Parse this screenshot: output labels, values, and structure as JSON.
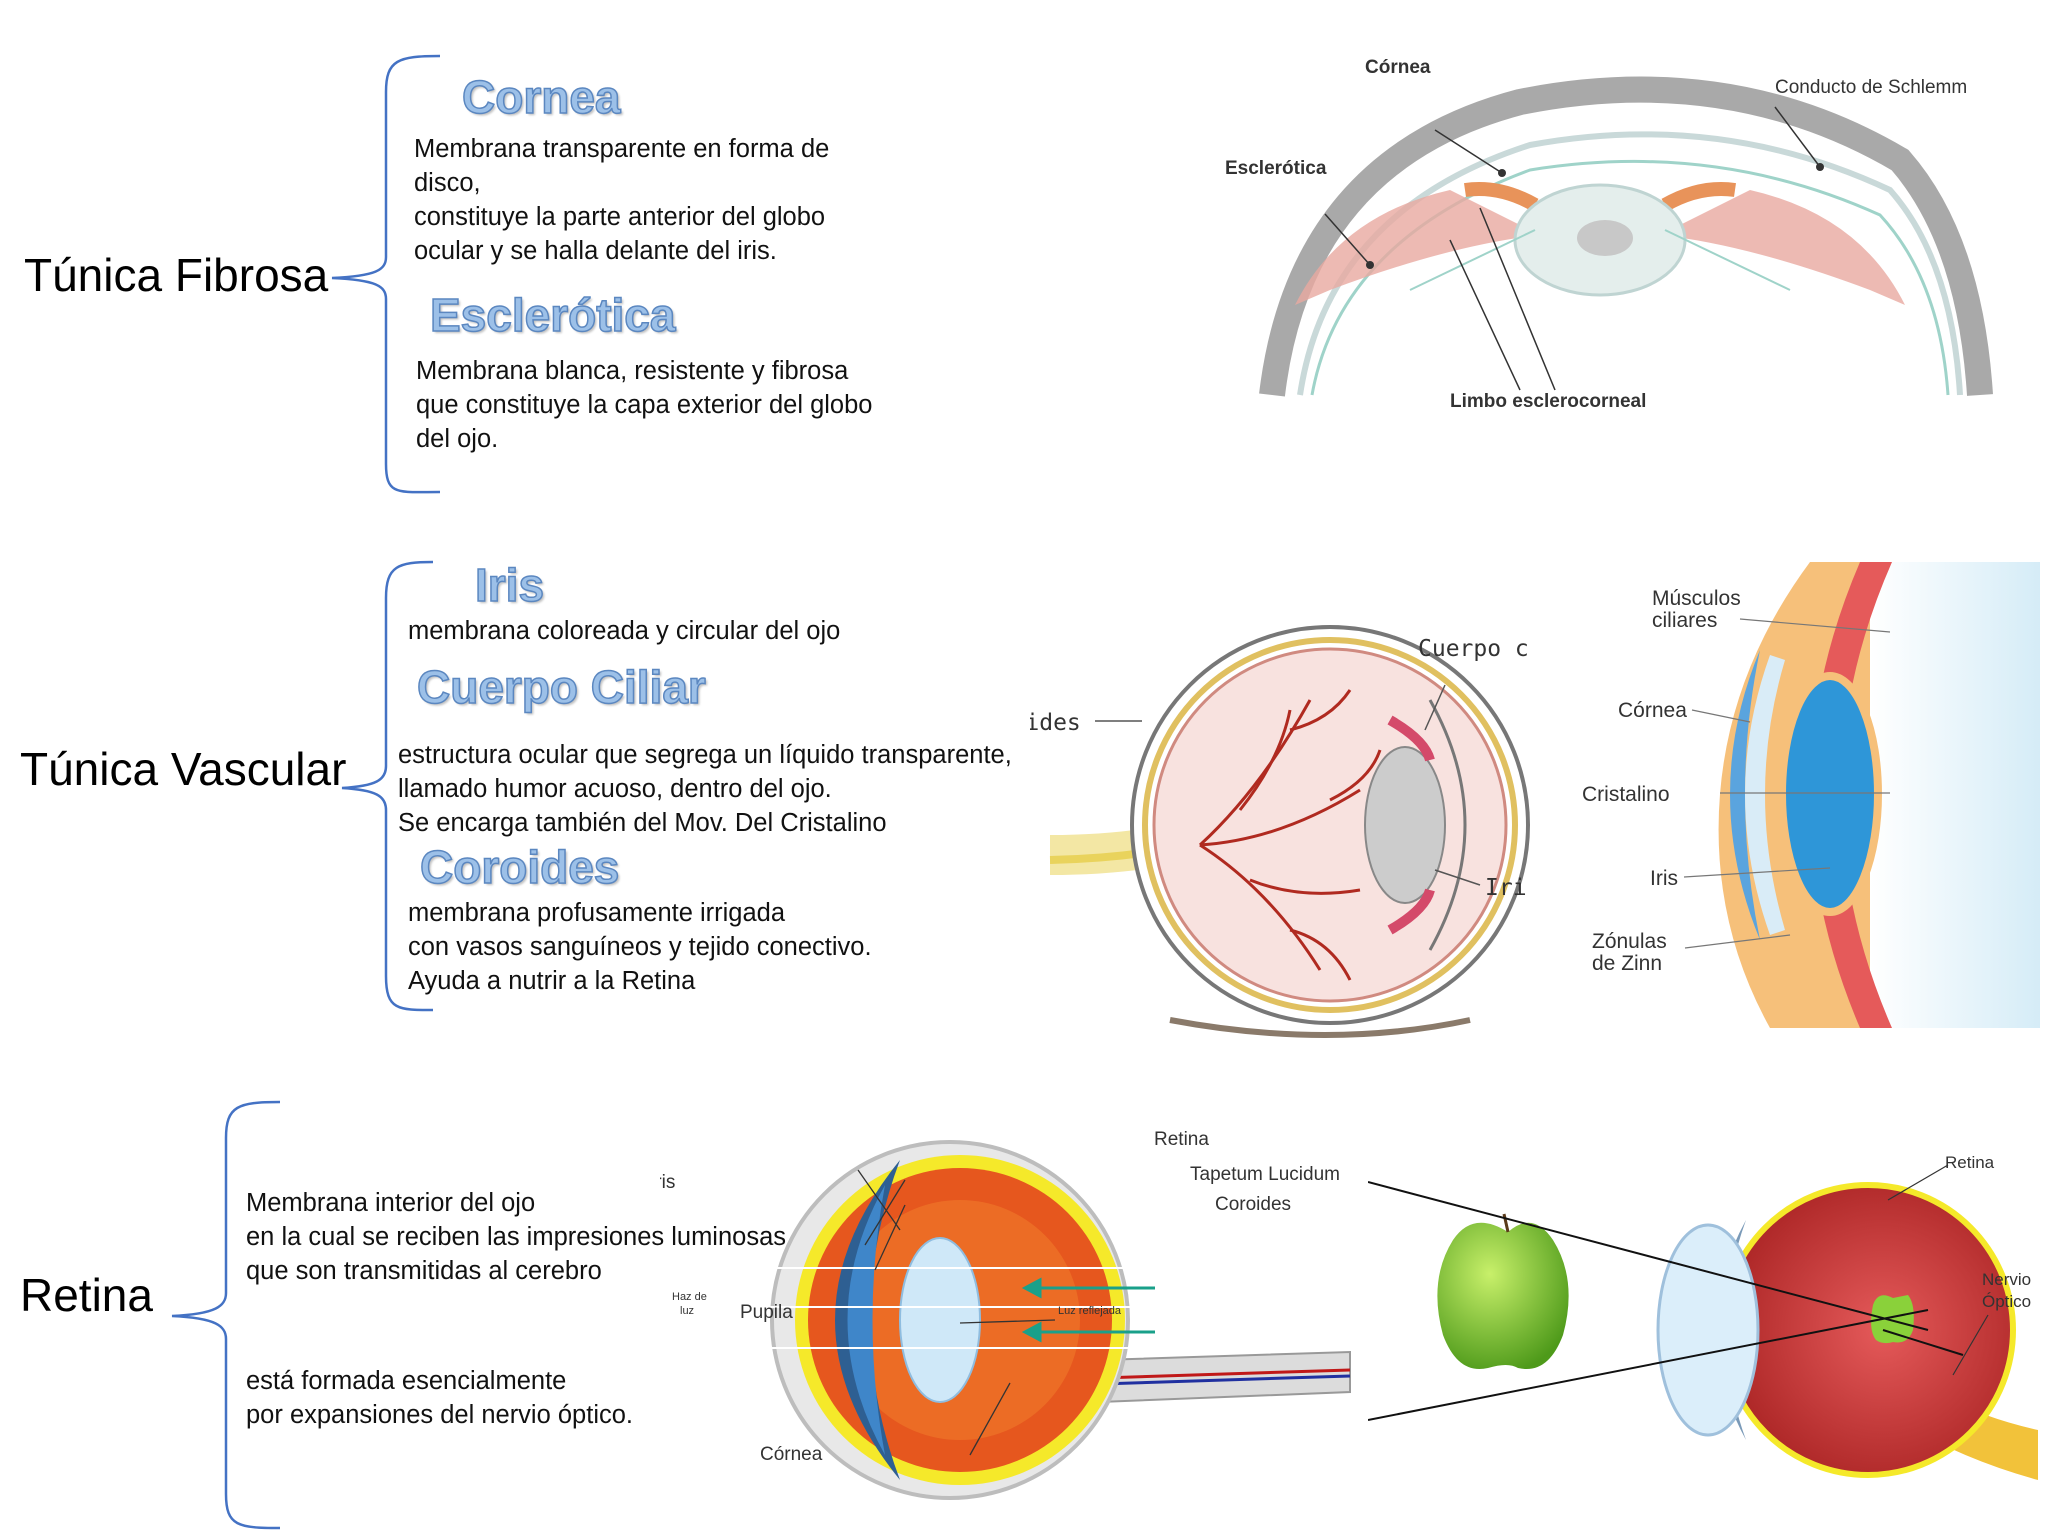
{
  "sections": [
    {
      "title": "Túnica Fibrosa",
      "parts": [
        {
          "heading": "Cornea",
          "lines": [
            "Membrana transparente en forma de",
            "disco,",
            "constituye la parte anterior del globo",
            "ocular y se halla delante del iris."
          ]
        },
        {
          "heading": "Esclerótica",
          "lines": [
            "Membrana blanca, resistente y fibrosa",
            "que constituye la capa exterior del globo",
            "del ojo."
          ]
        }
      ]
    },
    {
      "title": "Túnica Vascular",
      "parts": [
        {
          "heading": "Iris",
          "lines": [
            "membrana coloreada y circular del ojo"
          ]
        },
        {
          "heading": "Cuerpo Ciliar",
          "lines": [
            "estructura ocular que segrega un líquido transparente,",
            "llamado humor acuoso, dentro del ojo.",
            "Se encarga también del Mov. Del Cristalino"
          ]
        },
        {
          "heading": "Coroides",
          "lines": [
            "membrana profusamente irrigada",
            "con vasos sanguíneos y tejido conectivo.",
            "Ayuda a nutrir a la Retina"
          ]
        }
      ]
    },
    {
      "title": "Retina",
      "parts": [
        {
          "heading": "",
          "lines": [
            "Membrana interior del ojo",
            "en la cual se reciben las impresiones luminosas",
            "que son transmitidas al cerebro"
          ]
        },
        {
          "heading": "",
          "lines": [
            "está formada esencialmente",
            "por expansiones del nervio óptico."
          ]
        }
      ]
    }
  ],
  "diagrams": {
    "anterior": {
      "cornea": "Córnea",
      "schlemm": "Conducto de Schlemm",
      "esclerotica": "Esclerótica",
      "limbo": "Limbo esclerocorneal"
    },
    "eyeball": {
      "coroides": "Coroides",
      "cuerpo": "Cuerpo c",
      "iris": "Iri:"
    },
    "lens": {
      "musculos_1": "Músculos",
      "musculos_2": "ciliares",
      "cornea": "Córnea",
      "cristalino": "Cristalino",
      "iris": "Iris",
      "zonulas_1": "Zónulas",
      "zonulas_2": "de Zinn"
    },
    "retina_eye": {
      "iris": "Iris",
      "retina": "Retina",
      "tapetum": "Tapetum Lucidum",
      "coroides": "Coroides",
      "haz_1": "Haz de",
      "haz_2": "luz",
      "pupila": "Pupila",
      "luz_reflejada": "Luz reflejada",
      "cornea": "Córnea"
    },
    "vision": {
      "retina": "Retina",
      "nervio_1": "Nervio",
      "nervio_2": "Óptico"
    }
  },
  "colors": {
    "bracket": "#4472c4",
    "heading_fill": "#9cc0e8",
    "heading_stroke": "#5b87c0"
  }
}
